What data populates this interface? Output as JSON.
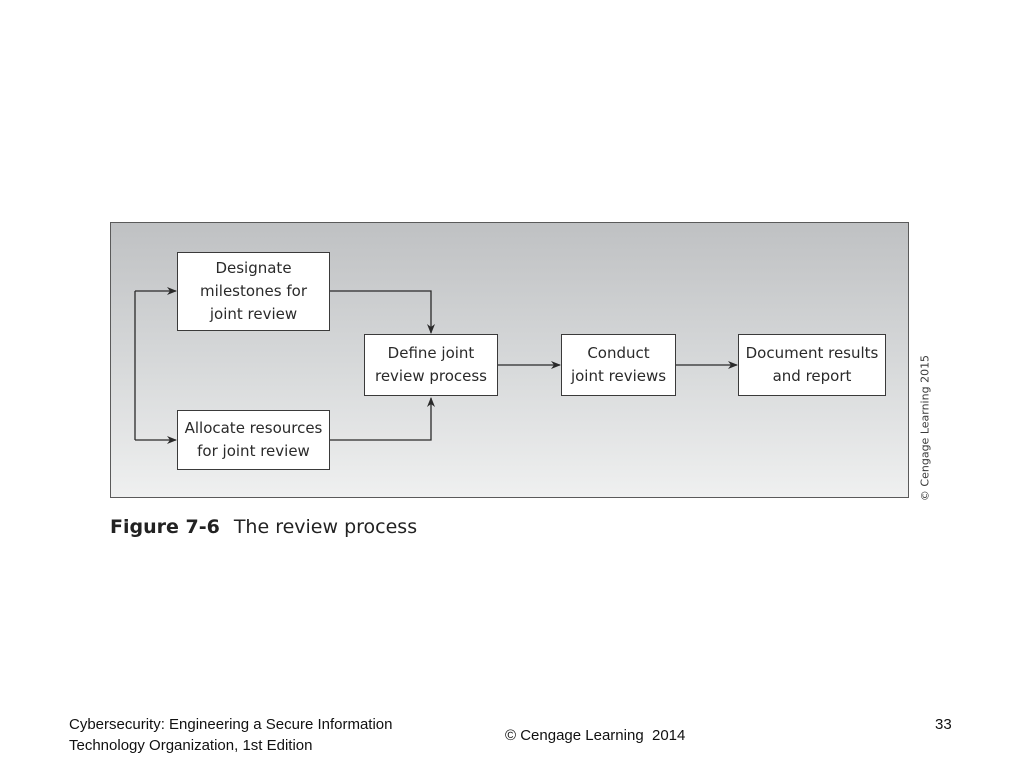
{
  "diagram": {
    "nodes": {
      "designate": "Designate\nmilestones for\njoint review",
      "allocate": "Allocate resources\nfor joint review",
      "define": "Define joint\nreview process",
      "conduct": "Conduct\njoint reviews",
      "document": "Document results\nand report"
    },
    "edges": [
      {
        "from": "designate",
        "to": "define"
      },
      {
        "from": "allocate",
        "to": "define"
      },
      {
        "from": "define",
        "to": "conduct"
      },
      {
        "from": "conduct",
        "to": "document"
      },
      {
        "from": "designate",
        "to": "allocate",
        "kind": "bidirectional-loop"
      }
    ],
    "credit": "© Cengage Learning 2015"
  },
  "caption": {
    "number": "Figure 7-6",
    "title": "The review process"
  },
  "footer": {
    "book_line1": "Cybersecurity: Engineering a Secure Information",
    "book_line2": "Technology Organization, 1st Edition",
    "copyright": "© Cengage Learning  2014",
    "page_number": "33"
  }
}
